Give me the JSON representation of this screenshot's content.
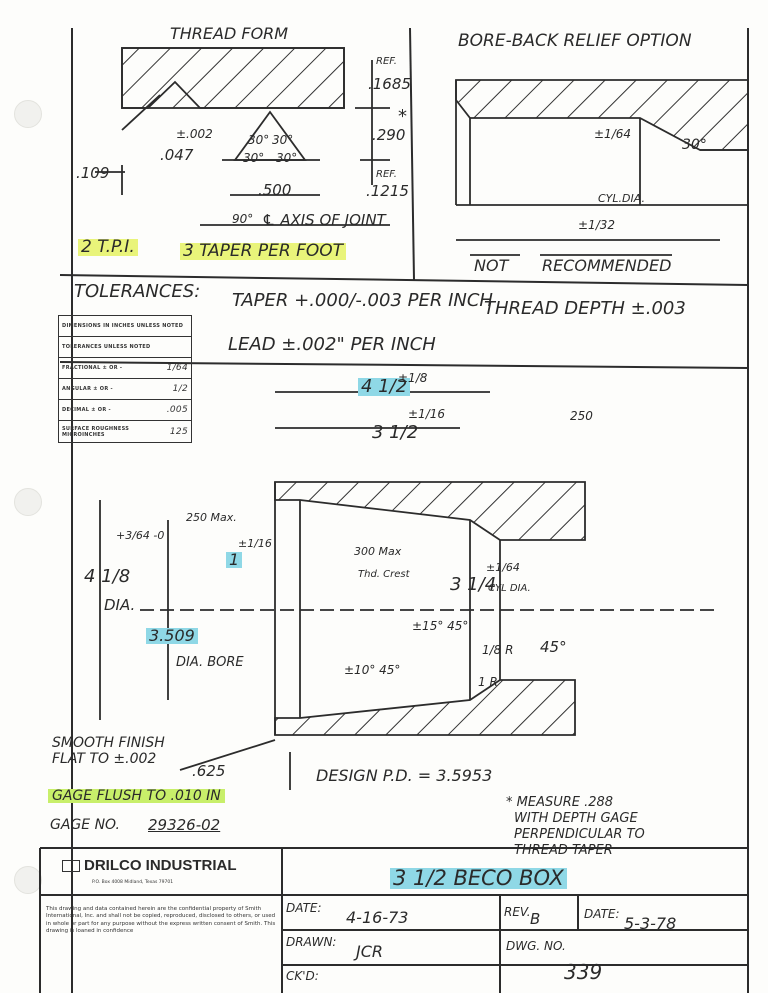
{
  "thread_form": {
    "title": "THREAD FORM",
    "ref_top": "REF.",
    "dim_1685": ".1685",
    "tol_002": "±.002",
    "dim_047": ".047",
    "angle_30a": "30°",
    "angle_30b": "30°",
    "angle_30c": "30°",
    "angle_30d": "30°",
    "dim_290": ".290",
    "star": "*",
    "dim_109": ".109",
    "ref_bot": "REF.",
    "dim_1215": ".1215",
    "dim_500": ".500",
    "angle_90": "90°",
    "axis_label": "℄ AXIS OF JOINT",
    "tpi_label": "2 T.P.I.",
    "taper_label": "3 TAPER PER FOOT"
  },
  "bore_back": {
    "title": "BORE-BACK RELIEF OPTION",
    "frac_164": "±1/64",
    "angle_30": "30°",
    "cyl_dia": "CYL.DIA.",
    "frac_132": "±1/32",
    "not_label": "NOT",
    "recommended_label": "RECOMMENDED"
  },
  "tolerances": {
    "heading": "TOLERANCES:",
    "taper": "TAPER +.000/-.003 PER INCH",
    "thread_depth": "THREAD DEPTH ±.003",
    "lead": "LEAD ±.002\" PER INCH"
  },
  "tol_table": {
    "row1": "DIMENSIONS IN INCHES UNLESS NOTED",
    "row2": "TOLERANCES UNLESS NOTED",
    "row3_label": "FRACTIONAL ± OR -",
    "row3_val": "1/64",
    "row4_label": "ANGULAR ± OR -",
    "row4_val": "1/2",
    "row5_label": "DECIMAL ± OR -",
    "row5_val": ".005",
    "row6_label": "SURFACE ROUGHNESS MICROINCHES",
    "row6_val": "125"
  },
  "box_section": {
    "dim_412": "4 1/2",
    "tol_18": "±1/8",
    "dim_312": "3 1/2",
    "tol_116": "±1/16",
    "finish_250": "250",
    "finish_250_max": "250 Max.",
    "dim_1": "1",
    "tol_1_16": "±1/16",
    "crest_300": "300 Max",
    "thd_crest": "Thd. Crest",
    "dim_418": "4 1/8",
    "tol_364": "+3/64 -0",
    "dia": "DIA.",
    "dim_3509": "3.509",
    "dia_bore": "DIA. BORE",
    "dim_314": "3 1/4",
    "tol_164": "±1/64",
    "cyl_dia": "CYL DIA.",
    "angle_15_45": "±15° 45°",
    "angle_10_45": "±10° 45°",
    "dim_18": "1/8 R",
    "dim_1r": "1 R",
    "angle_45": "45°",
    "smooth_finish": "SMOOTH FINISH",
    "flat_to": "FLAT TO ±.002",
    "dim_625": ".625",
    "design_pd": "DESIGN P.D. = 3.5953"
  },
  "notes": {
    "gage_flush": "GAGE FLUSH TO .010 IN",
    "gage_no_label": "GAGE NO.",
    "gage_no": "29326-02",
    "measure_line1": "* MEASURE .288",
    "measure_line2": "WITH DEPTH GAGE",
    "measure_line3": "PERPENDICULAR TO",
    "measure_line4": "THREAD TAPER"
  },
  "title_block": {
    "company": "DRILCO INDUSTRIAL",
    "company_sub": "P.O. Box 4008 Midland, Texas 79701",
    "drawing_title": "3 1/2 BECO BOX",
    "date_label": "DATE:",
    "date": "4-16-73",
    "rev_label": "REV.",
    "rev": "B",
    "rev_date_label": "DATE:",
    "rev_date": "5-3-78",
    "drawn_label": "DRAWN:",
    "drawn": "JCR",
    "dwg_label": "DWG. NO.",
    "dwg_no": "339",
    "ckd_label": "CK'D:",
    "notice": "This drawing and data contained herein are the confidential property of Smith International, Inc. and shall not be copied, reproduced, disclosed to others, or used in whole or part for any purpose without the express written consent of Smith. This drawing is loaned in confidence"
  },
  "colors": {
    "highlight_blue": "#8fd8e6",
    "highlight_yellow": "#e9f47a",
    "highlight_green": "#c8ef6a",
    "ink": "#2a2a2a"
  }
}
